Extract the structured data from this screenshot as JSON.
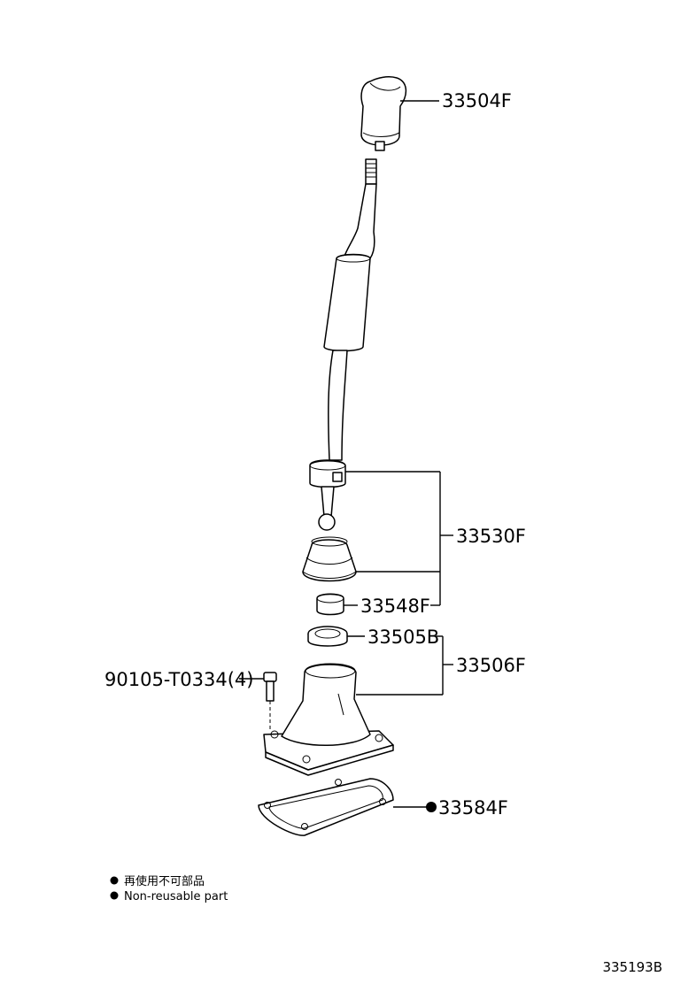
{
  "parts": {
    "knob": "33504F",
    "lever_assy": "33530F",
    "bushing": "33548F",
    "seal": "33505B",
    "retainer": "33506F",
    "bolt": "90105-T0334(4)",
    "gasket": "33584F"
  },
  "legend": {
    "line1": "再使用不可部品",
    "line2": "Non-reusable part"
  },
  "figure_ref": "335193B"
}
